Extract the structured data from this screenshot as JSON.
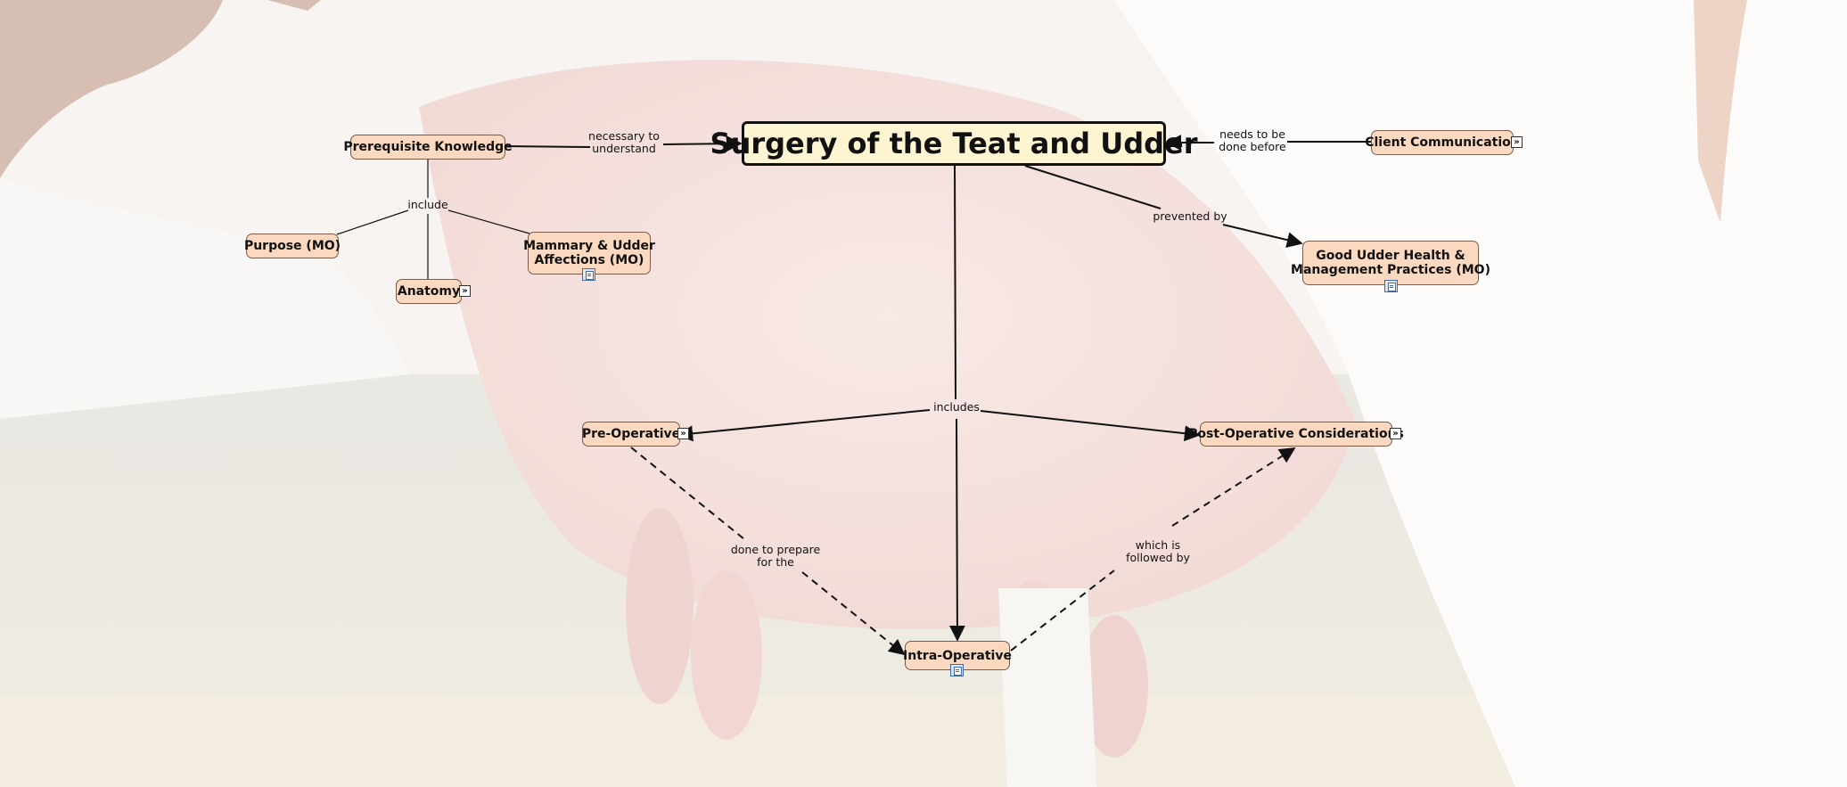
{
  "title": "Surgery of the Teat and Udder",
  "concepts": {
    "prerequisite": "Prerequisite Knowledge",
    "purpose": "Purpose (MO)",
    "anatomy": "Anatomy",
    "mammary_line1": "Mammary & Udder",
    "mammary_line2": "Affections (MO)",
    "client": "Client Communication",
    "health_line1": "Good Udder Health &",
    "health_line2": "Management Practices (MO)",
    "preop": "Pre-Operative",
    "postop": "Post-Operative Considerations",
    "intraop": "Intra-Operative"
  },
  "linking_phrases": {
    "necessary": "necessary to\nunderstand",
    "include": "include",
    "needs": "needs to be\ndone before",
    "prevented": "prevented by",
    "includes": "includes",
    "done_prepare": "done to prepare\nfor the",
    "followed": "which is\nfollowed by"
  },
  "icons": {
    "expand": "double-chevron-right-icon",
    "resource": "document-resource-icon"
  },
  "colors": {
    "concept_fill": "#fbd9c0",
    "root_fill": "#fdf4d2",
    "line": "#111111"
  }
}
